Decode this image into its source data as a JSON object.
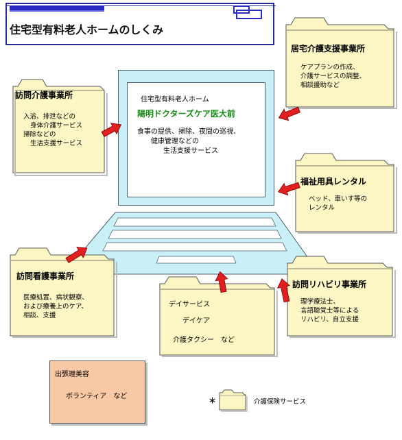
{
  "title": "住宅型有料老人ホームのしくみ",
  "center": {
    "line1": "住宅型有料老人ホーム",
    "name": "陽明ドクターズケア医大前",
    "desc1": "食事の提供、掃除、夜間の巡視、",
    "desc2": "健康管理などの",
    "desc3": "生活支援サービス"
  },
  "boxes": {
    "houmon_kaigo": {
      "title": "訪問介護事業所",
      "lines": [
        "入浴、排泄などの",
        "身体介護サービス",
        "掃除などの",
        "生活支援サービス"
      ]
    },
    "kyotaku": {
      "title": "居宅介護支援事業所",
      "lines": [
        "ケアプランの作成、",
        "介護サービスの調整、",
        "相談援助など"
      ]
    },
    "fukushi": {
      "title": "福祉用具レンタル",
      "lines": [
        "ベッド、車いす等の",
        "レンタル"
      ]
    },
    "houmon_kango": {
      "title": "訪問看護事業所",
      "lines": [
        "医療処置、病状観察、",
        "および療養上のケア、",
        "相談、支援"
      ]
    },
    "day": {
      "lines": [
        "デイサービス",
        "デイケア",
        "介護タクシー　など"
      ]
    },
    "reha": {
      "title": "訪問リハビリ事業所",
      "lines": [
        "理学療法士、",
        "言語聴覚士等による",
        "リハビリ、自立支援"
      ]
    }
  },
  "orange": {
    "line1": "出張理美容",
    "line2": "ボランティア　など"
  },
  "legend": {
    "marker": "＊",
    "label": "介護保険サービス"
  },
  "colors": {
    "folder_fill": "#fbf6c4",
    "screen_fill": "#c9f0f7",
    "arrow_fill": "#e02020",
    "orange_fill": "#f9c8a4",
    "title_blue": "#2a2ac0",
    "green_text": "#1a8c1a"
  }
}
